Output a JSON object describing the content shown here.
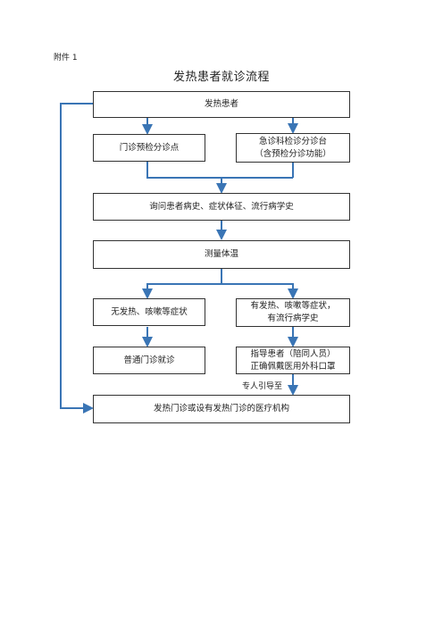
{
  "attachment_label": "附件 1",
  "title": "发热患者就诊流程",
  "nodes": {
    "fever_patient": "发热患者",
    "outpatient_triage": "门诊预检分诊点",
    "emergency_triage_line1": "急诊科检诊分诊台",
    "emergency_triage_line2": "（含预检分诊功能）",
    "inquiry": "询问患者病史、症状体征、流行病学史",
    "temperature": "测量体温",
    "no_fever": "无发热、咳嗽等症状",
    "has_fever_line1": "有发热、咳嗽等症状，",
    "has_fever_line2": "有流行病学史",
    "general_clinic": "普通门诊就诊",
    "guide_line1": "指导患者（陪同人员）",
    "guide_line2": "正确佩戴医用外科口罩",
    "fever_clinic": "发热门诊或设有发热门诊的医疗机构"
  },
  "escort_label": "专人引导至",
  "colors": {
    "arrow": "#3a75b5",
    "border": "#333333"
  }
}
